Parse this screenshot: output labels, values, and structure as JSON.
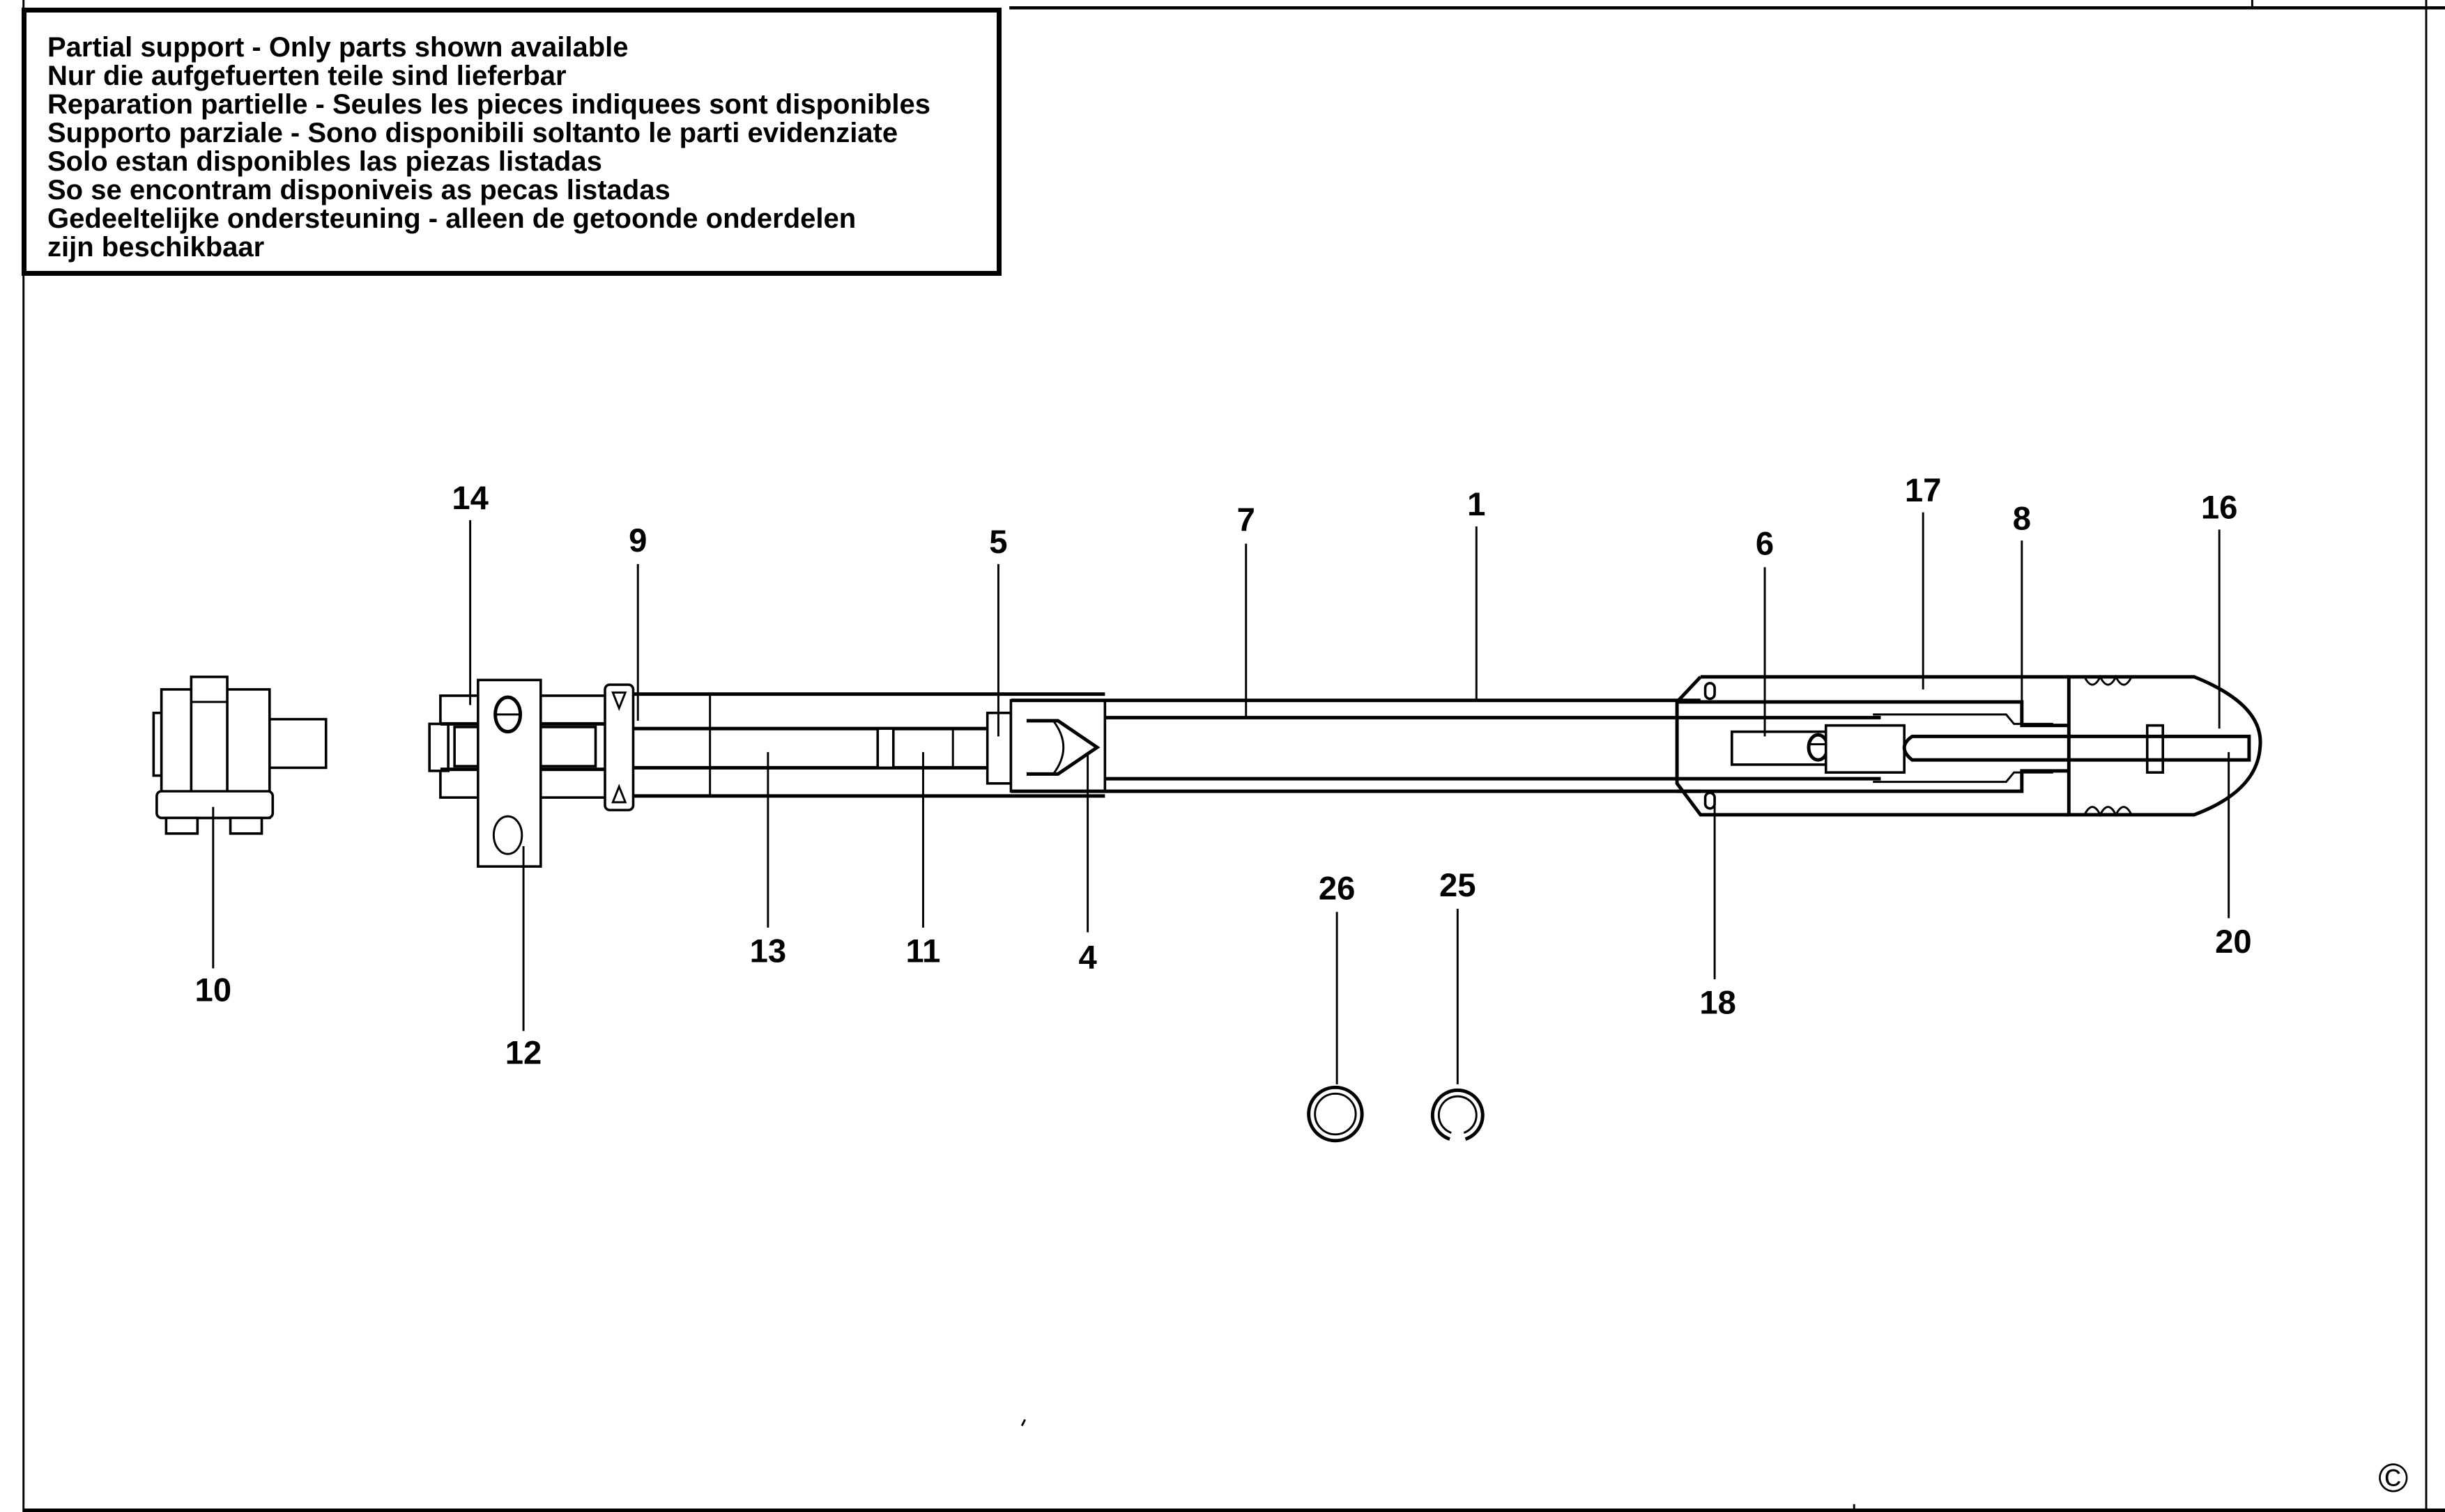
{
  "notice": {
    "lines": [
      "Partial support - Only parts shown available",
      "Nur die aufgefuerten teile sind lieferbar",
      "Reparation partielle - Seules les pieces indiquees sont disponibles",
      "Supporto parziale - Sono disponibili soltanto le parti evidenziate",
      "Solo estan disponibles las piezas listadas",
      "So se encontram disponiveis as pecas listadas",
      "Gedeeltelijke ondersteuning - alleen de getoonde onderdelen",
      "zijn beschikbaar"
    ]
  },
  "callouts": {
    "p14": "14",
    "p9": "9",
    "p5": "5",
    "p7": "7",
    "p1": "1",
    "p6": "6",
    "p17": "17",
    "p8": "8",
    "p16": "16",
    "p10": "10",
    "p12": "12",
    "p13": "13",
    "p11": "11",
    "p4": "4",
    "p26": "26",
    "p25": "25",
    "p18": "18",
    "p20": "20"
  },
  "copyright": "©"
}
